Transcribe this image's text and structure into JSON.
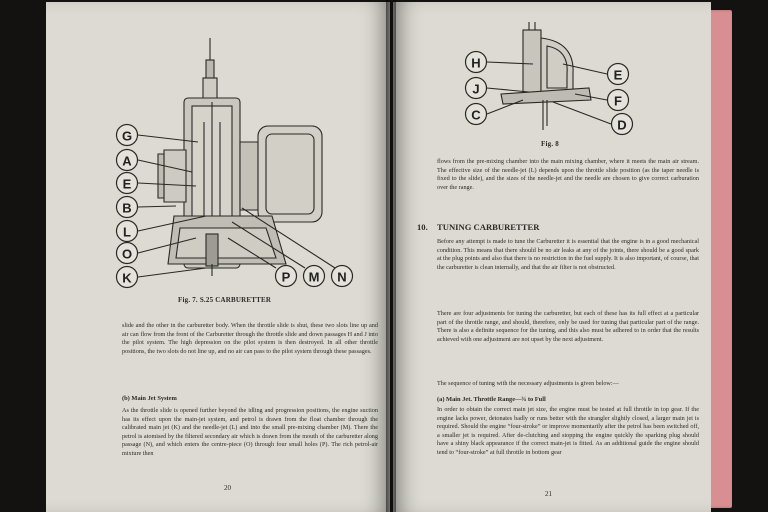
{
  "left_page": {
    "figure": {
      "caption": "Fig. 7.   S.25 CARBURETTER",
      "labels_left": [
        "G",
        "A",
        "E",
        "B",
        "L",
        "O",
        "K"
      ],
      "labels_bottom": [
        "P",
        "M",
        "N"
      ]
    },
    "paragraph_1": "slide and the other in the carburetter body.  When the throttle slide is shut, these two slots line up and air can flow from the front of the Carburetter through the throttle slide and down passages H and J into the pilot system.  The high depression on the pilot system is then destroyed.  In all other throttle positions, the two slots do not line up, and no air can pass to the pilot system through these passages.",
    "subheading": "(b)  Main Jet System",
    "paragraph_2": "As the throttle slide is opened further beyond the idling and progression positions, the engine suction has its effect upon the main-jet system, and petrol is drawn from the float chamber through the calibrated main jet (K) and the needle-jet (L) and into the small pre-mixing chamber (M).  There the petrol is atomised by the filtered secondary air which is drawn from the mouth of the carburetter along passage (N), and which enters the centre-piece (O) through four small holes (P).  The rich petrol-air mixture then",
    "page_number": "20"
  },
  "right_page": {
    "figure": {
      "caption": "Fig. 8",
      "labels_left": [
        "H",
        "J",
        "C"
      ],
      "labels_right": [
        "E",
        "F",
        "D"
      ]
    },
    "paragraph_1": "flows from the pre-mixing chamber into the main mixing chamber, where it meets the main air stream.  The effective size of the needle-jet (L) depends upon the throttle slide position (as the taper needle is fixed to the slide), and the sizes of the needle-jet and the needle are chosen to give correct carburation over the range.",
    "section_number": "10.",
    "section_title": "TUNING CARBURETTER",
    "paragraph_2": "Before any attempt is made to tune the Carburetter it is essential that the engine is in a good mechanical condition.  This means that there should be no air leaks at any of the joints, there should be a good spark at the plug points and also that there is no restriction in the fuel supply.  It is also important, of course, that the carburetter is clean internally, and that the air filter is not obstructed.",
    "paragraph_3": "There are four adjustments for tuning the carburetter, but each of these has its full effect at a particular part of the throttle range, and should, therefore, only be used for tuning that particular part of the range.  There is also a definite sequence for the tuning, and this also must be adhered to in order that the results achieved with one adjustment are not upset by the next adjustment.",
    "paragraph_4": "The sequence of tuning with the necessary adjustments is given below:—",
    "subheading": "(a)  Main Jet.   Throttle Range—¾ to Full",
    "paragraph_5": "In order to obtain the correct main jet size, the engine must be tested at full throttle in top gear.  If the engine lacks power, detonates badly or runs better with the strangler slightly closed, a larger main jet is required.  Should the engine “four-stroke” or improve momentarily after the petrol has been switched off, a smaller jet is required.  After de-clutching and stopping the engine quickly the sparking plug should have a shiny black appearance if the correct main-jet is fitted.  As an additional guide the engine should tend to “four-stroke” at full throttle in bottom gear",
    "page_number": "21"
  }
}
